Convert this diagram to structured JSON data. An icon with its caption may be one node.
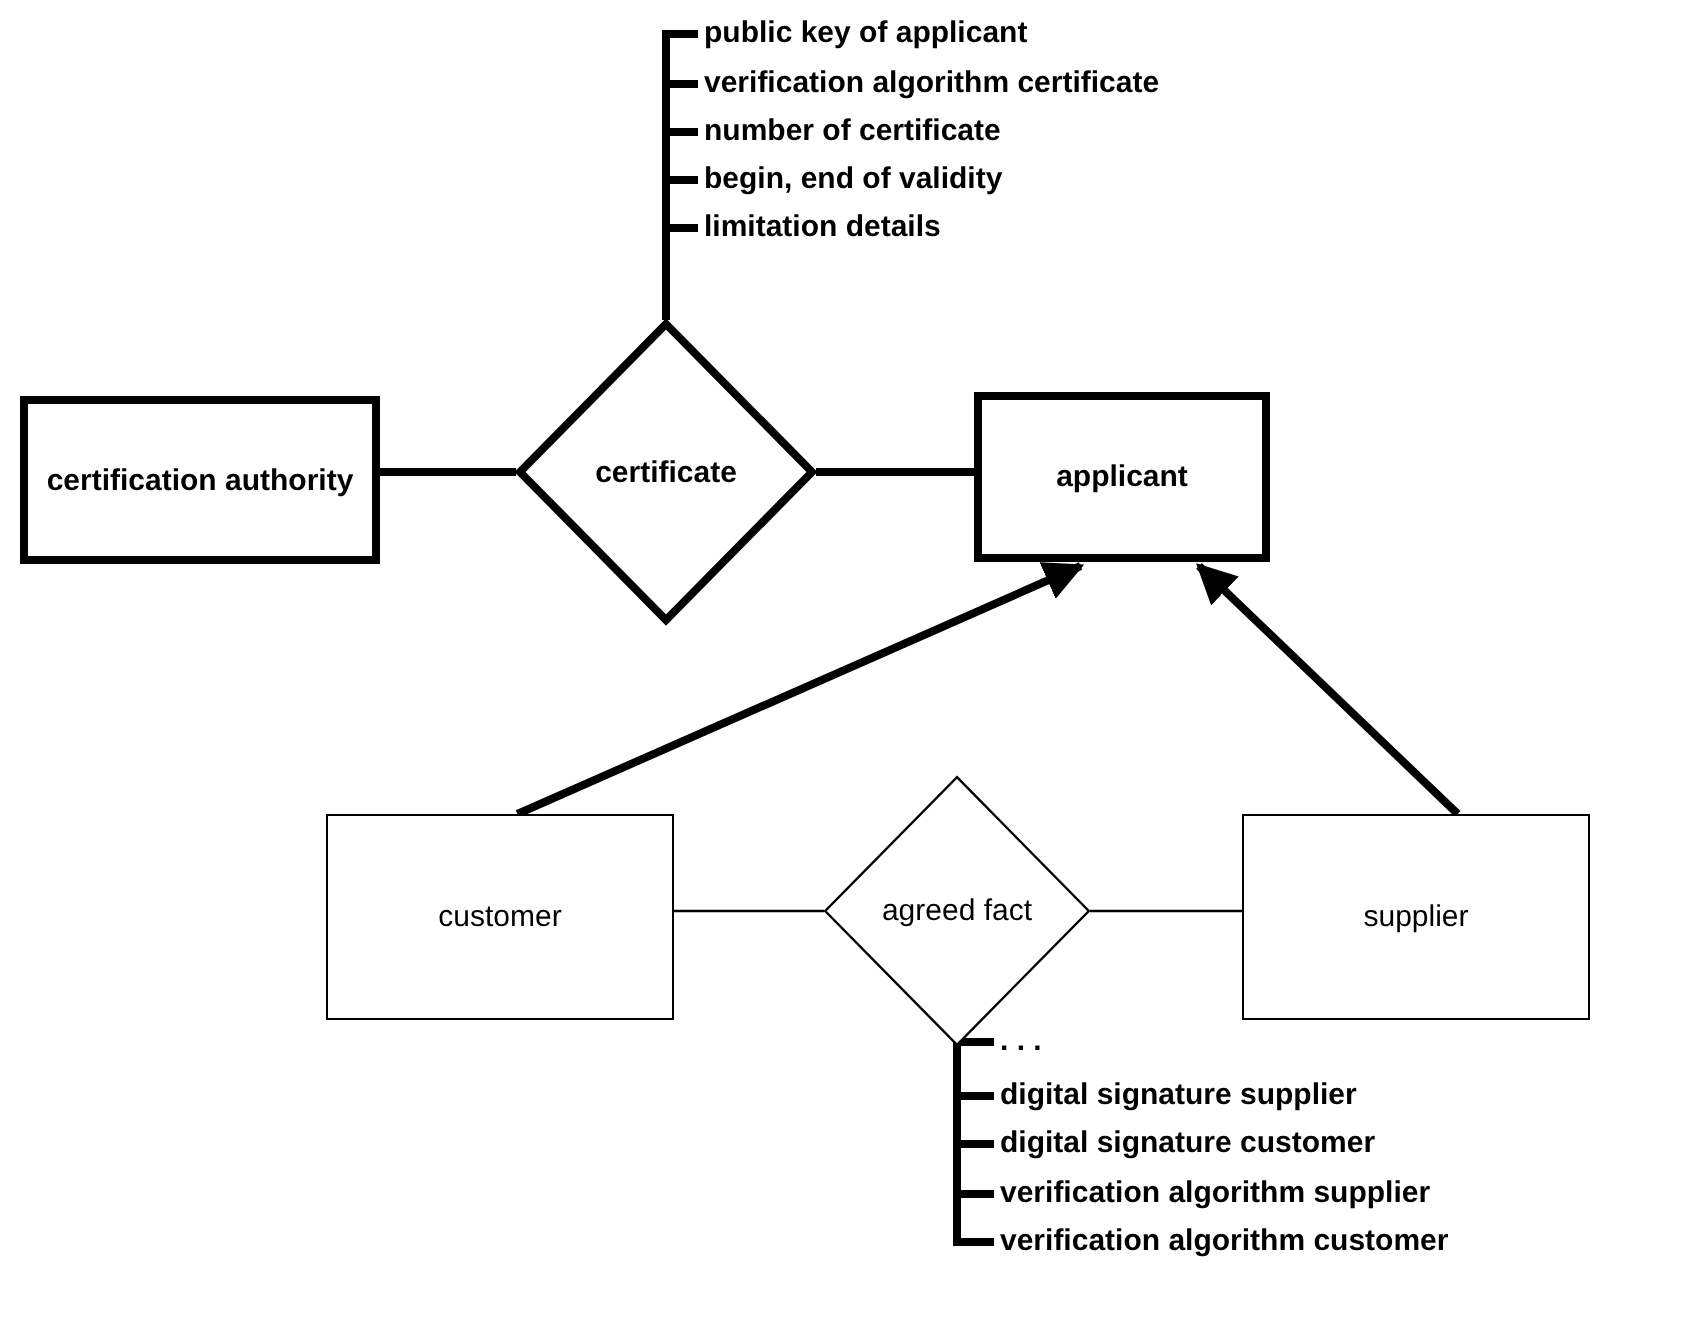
{
  "diagram": {
    "nodes": [
      {
        "text": [
          "certification authority"
        ]
      },
      {
        "text": [
          "certificate"
        ]
      },
      {
        "text": [
          "applicant"
        ]
      },
      {
        "text": [
          "customer"
        ]
      },
      {
        "text": [
          "agreed fact"
        ]
      },
      {
        "text": [
          "supplier"
        ]
      },
      {
        "text": [
          "public key of applicant"
        ]
      },
      {
        "text": [
          "verification algorithm certificate"
        ]
      },
      {
        "text": [
          "number of certificate"
        ]
      },
      {
        "text": [
          "begin, end of validity"
        ]
      },
      {
        "text": [
          "limitation details"
        ]
      },
      {
        "text": [
          ". . ."
        ]
      },
      {
        "text": [
          "digital signature supplier"
        ]
      },
      {
        "text": [
          "digital signature customer"
        ]
      },
      {
        "text": [
          "verification algorithm supplier"
        ]
      },
      {
        "text": [
          "verification algorithm customer"
        ]
      }
    ],
    "edges": [
      {
        "from": 0,
        "to": 1,
        "arrow": "none"
      },
      {
        "from": 1,
        "to": 2,
        "arrow": "none"
      },
      {
        "from": 3,
        "to": 2,
        "arrow": "to"
      },
      {
        "from": 5,
        "to": 2,
        "arrow": "to"
      },
      {
        "from": 3,
        "to": 4,
        "arrow": "none"
      },
      {
        "from": 4,
        "to": 5,
        "arrow": "none"
      },
      {
        "from": 1,
        "to": 6,
        "arrow": "none"
      },
      {
        "from": 1,
        "to": 7,
        "arrow": "none"
      },
      {
        "from": 1,
        "to": 8,
        "arrow": "none"
      },
      {
        "from": 1,
        "to": 9,
        "arrow": "none"
      },
      {
        "from": 1,
        "to": 10,
        "arrow": "none"
      },
      {
        "from": 4,
        "to": 11,
        "arrow": "none"
      },
      {
        "from": 4,
        "to": 12,
        "arrow": "none"
      },
      {
        "from": 4,
        "to": 13,
        "arrow": "none"
      },
      {
        "from": 4,
        "to": 14,
        "arrow": "none"
      },
      {
        "from": 4,
        "to": 15,
        "arrow": "none"
      }
    ]
  }
}
